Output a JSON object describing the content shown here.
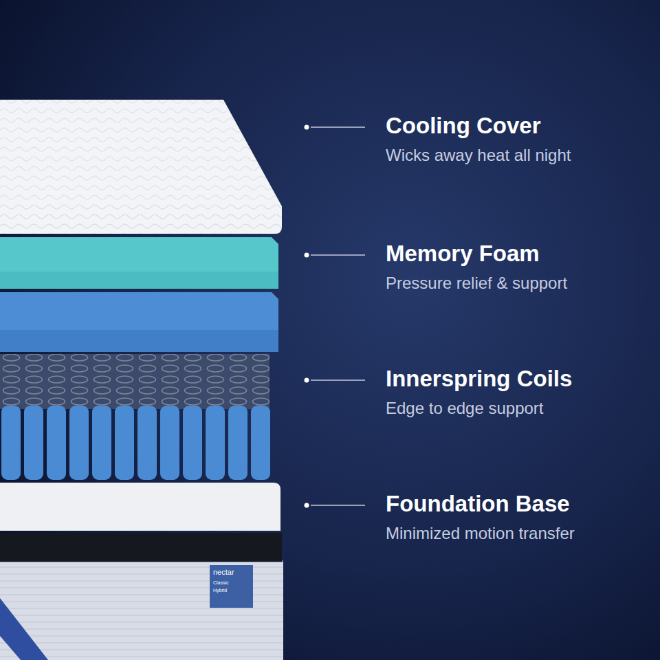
{
  "diagram": {
    "nodes": [
      {
        "text": [
          "nectar",
          "Classic",
          "Hybrid"
        ]
      }
    ],
    "labels": [
      "Cooling Cover",
      "Wicks away heat all night",
      "Memory Foam",
      "Pressure relief & support",
      "Innerspring Coils",
      "Edge to edge support",
      "Foundation Base",
      "Minimized motion transfer"
    ]
  }
}
